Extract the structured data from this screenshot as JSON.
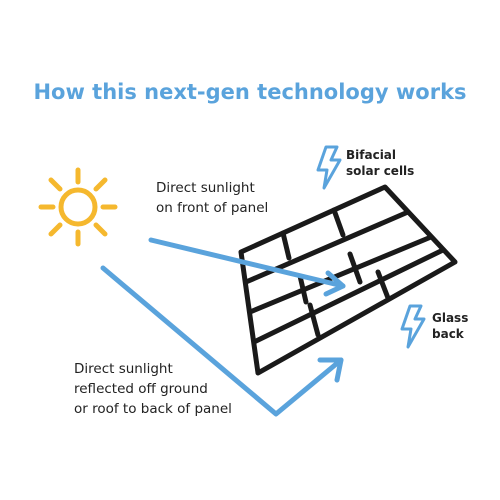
{
  "title": "How this next-gen technology works",
  "labels": {
    "front_line1": "Direct sunlight",
    "front_line2": "on front of panel",
    "back_line1": "Direct sunlight",
    "back_line2": "reflected off ground",
    "back_line3": "or roof to back of panel",
    "cells_line1": "Bifacial",
    "cells_line2": "solar cells",
    "glass_line1": "Glass",
    "glass_line2": "back"
  },
  "icons": {
    "sun": "sun-icon",
    "bolt": "lightning-bolt-icon"
  },
  "colors": {
    "accent_blue": "#5aa3dc",
    "sun_yellow": "#f5b82e",
    "panel_black": "#1a1a1a",
    "text_dark": "#222222"
  }
}
